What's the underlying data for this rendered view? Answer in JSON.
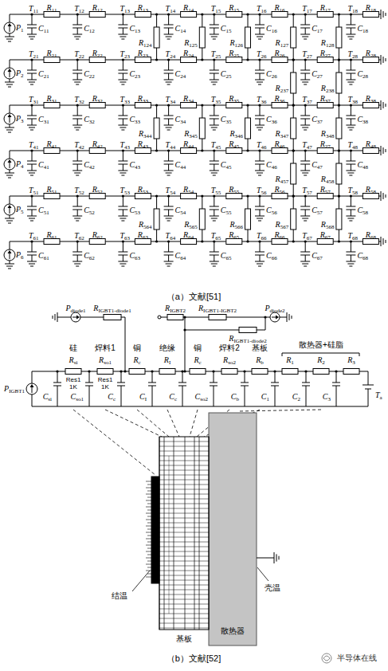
{
  "diagram": {
    "labels": [
      "P1",
      "T11",
      "R11",
      "C11",
      "T12",
      "R12",
      "C12",
      "T13",
      "R13",
      "C13",
      "T14",
      "R14",
      "C14",
      "T15",
      "R15",
      "C15",
      "T16",
      "R16",
      "C16",
      "T17",
      "R17",
      "C17",
      "T18",
      "R18",
      "C18",
      "P2",
      "T21",
      "R21",
      "C21",
      "T22",
      "R22",
      "C22",
      "T23",
      "R23",
      "C23",
      "T24",
      "R24",
      "C24",
      "T25",
      "R25",
      "C25",
      "T26",
      "R26",
      "C26",
      "T27",
      "R27",
      "C27",
      "T28",
      "R28",
      "C28",
      "P3",
      "T31",
      "R31",
      "C31",
      "T32",
      "R32",
      "C32",
      "T33",
      "R33",
      "C33",
      "T34",
      "R34",
      "C34",
      "T35",
      "R35",
      "C35",
      "T36",
      "R36",
      "C36",
      "T37",
      "R37",
      "C37",
      "T38",
      "R38",
      "C38",
      "P4",
      "T41",
      "R41",
      "C41",
      "T42",
      "R42",
      "C42",
      "T43",
      "R43",
      "C43",
      "T44",
      "R44",
      "C44",
      "T45",
      "R45",
      "C45",
      "T46",
      "R46",
      "C46",
      "T47",
      "R27",
      "C47",
      "T48",
      "R48",
      "C48",
      "P5",
      "T51",
      "R51",
      "C51",
      "T52",
      "R52",
      "C52",
      "T53",
      "R53",
      "C53",
      "T54",
      "R54",
      "C54",
      "T55",
      "R55",
      "C55",
      "T56",
      "R56",
      "C56",
      "T57",
      "R57",
      "C57",
      "T58",
      "R58",
      "C58",
      "P6",
      "T61",
      "R61",
      "C61",
      "T62",
      "R62",
      "C62",
      "T63",
      "R63",
      "C63",
      "T64",
      "R64",
      "C64",
      "T65",
      "R65",
      "C65",
      "T66",
      "R66",
      "C66",
      "T67",
      "R67",
      "C67",
      "T68",
      "R68",
      "C68",
      "R124",
      "R125",
      "R126",
      "R127",
      "R128",
      "R237",
      "R238",
      "R344",
      "R345",
      "R346",
      "R347",
      "R348",
      "R457",
      "R458",
      "R564",
      "R565",
      "R566",
      "R567",
      "R568",
      "（a）文献[51]",
      "Pdiode1",
      "RIGBT1-diode1",
      "RIGBT2",
      "RIGBT1-IGBT2",
      "Pdiode2",
      "RIGBT1-diode2",
      "硅",
      "焊料1",
      "铜",
      "绝缘",
      "铜",
      "焊料2",
      "基板",
      "散热器+硅脂",
      "Rsi",
      "Rso1",
      "Rc",
      "RI",
      "Rc",
      "Rso2",
      "Rb",
      "R1",
      "R2",
      "R3",
      "Res1",
      "1K",
      "Res1",
      "1K",
      "PIGBT1",
      "Csi",
      "Cso1",
      "Cc",
      "CI",
      "Cc",
      "Cso2",
      "Cb",
      "C1",
      "C2",
      "C3",
      "Ta",
      "结温",
      "基板",
      "散热器",
      "壳温",
      "（b）文献[52]",
      "半导体在线"
    ]
  }
}
